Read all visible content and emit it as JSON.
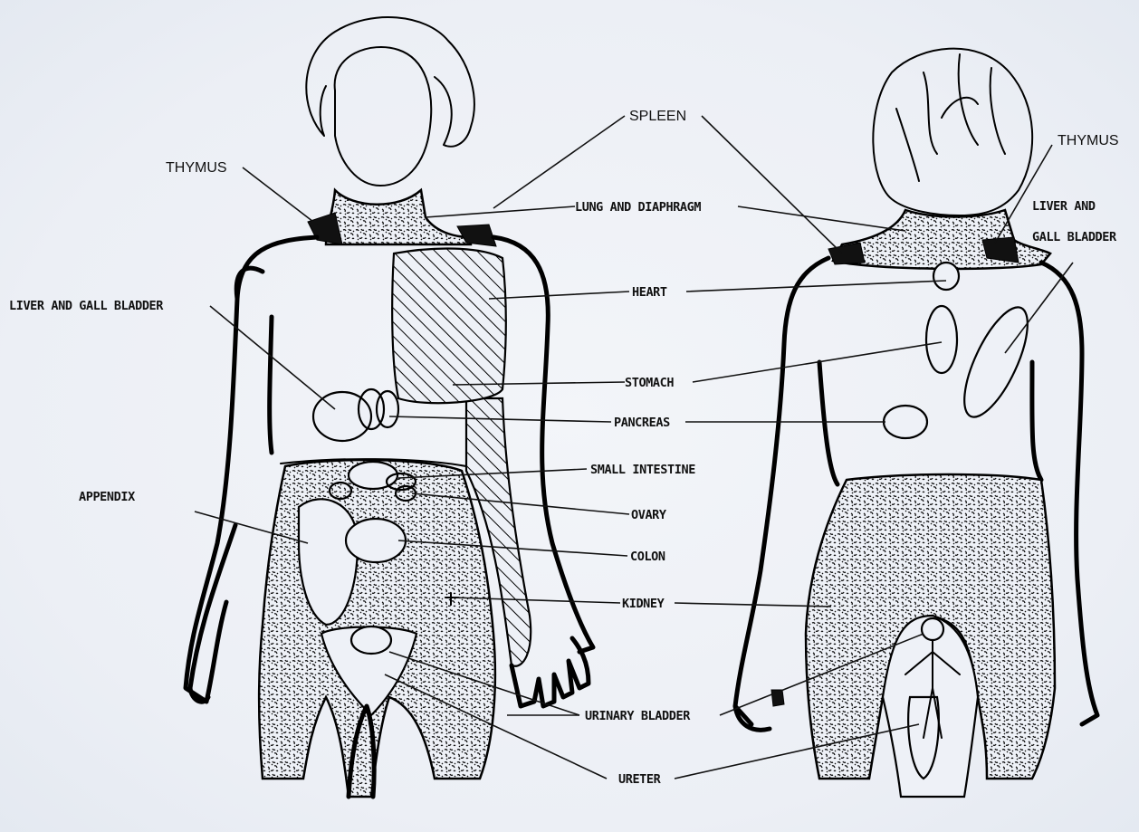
{
  "labels": {
    "thymus_left": "THYMUS",
    "thymus_right": "THYMUS",
    "spleen": "SPLEEN",
    "lung_diaphragm": "LUNG AND DIAPHRAGM",
    "liver_left": "LIVER AND GALL BLADDER",
    "liver_right_line1": "LIVER AND",
    "liver_right_line2": "GALL BLADDER",
    "heart": "HEART",
    "stomach": "STOMACH",
    "pancreas": "PANCREAS",
    "small_intestine": "SMALL INTESTINE",
    "appendix": "APPENDIX",
    "ovary": "OVARY",
    "colon": "COLON",
    "kidney": "KIDNEY",
    "urinary_bladder": "URINARY BLADDER",
    "ureter": "URETER"
  },
  "colors": {
    "background": "#eef1f7",
    "ink": "#000000"
  }
}
